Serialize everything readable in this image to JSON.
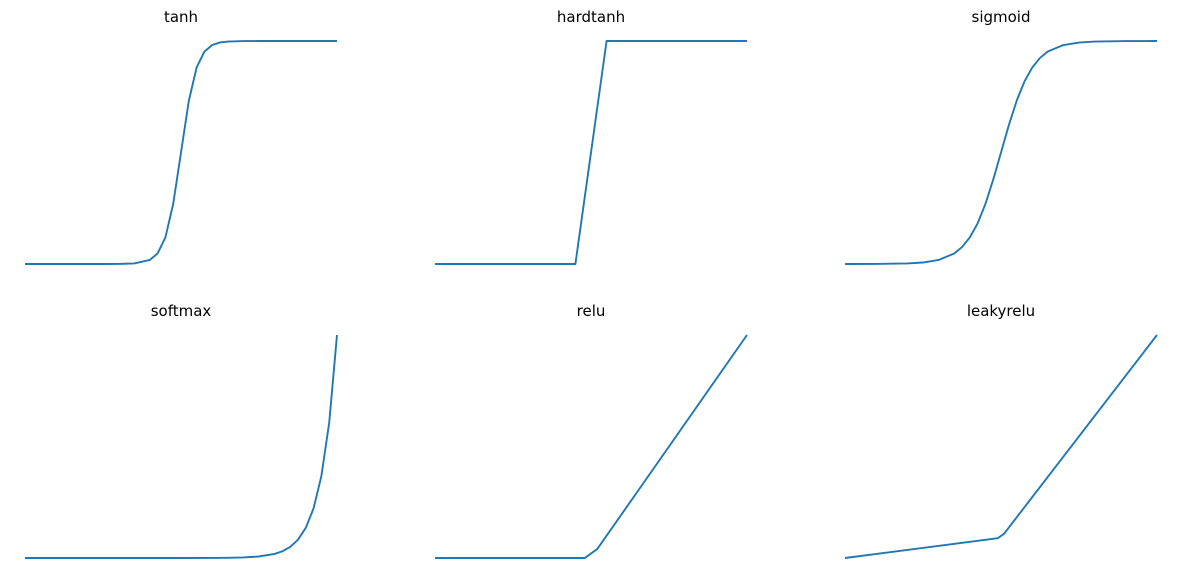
{
  "chart_data": [
    {
      "type": "line",
      "title": "tanh",
      "x_range": [
        -10,
        10
      ],
      "ylim": [
        -1,
        1
      ],
      "color": "#1f77b4",
      "axes_visible": false,
      "grid": false,
      "series": [
        {
          "x": [
            -10,
            -9,
            -8,
            -7,
            -6,
            -5,
            -4,
            -3,
            -2,
            -1.5,
            -1,
            -0.5,
            0,
            0.5,
            1,
            1.5,
            2,
            2.5,
            3,
            4,
            5,
            6,
            7,
            8,
            9,
            10
          ],
          "y": [
            -1,
            -1,
            -1,
            -1,
            -1,
            -1,
            -0.999,
            -0.995,
            -0.964,
            -0.905,
            -0.762,
            -0.462,
            0,
            0.462,
            0.762,
            0.905,
            0.964,
            0.987,
            0.995,
            0.999,
            1,
            1,
            1,
            1,
            1,
            1
          ]
        }
      ]
    },
    {
      "type": "line",
      "title": "hardtanh",
      "x_range": [
        -10,
        10
      ],
      "ylim": [
        -1,
        1
      ],
      "color": "#1f77b4",
      "axes_visible": false,
      "grid": false,
      "series": [
        {
          "x": [
            -10,
            -1,
            1,
            10
          ],
          "y": [
            -1,
            -1,
            1,
            1
          ]
        }
      ]
    },
    {
      "type": "line",
      "title": "sigmoid",
      "x_range": [
        -10,
        10
      ],
      "ylim": [
        0,
        1
      ],
      "color": "#1f77b4",
      "axes_visible": false,
      "grid": false,
      "series": [
        {
          "x": [
            -10,
            -8,
            -6,
            -5,
            -4,
            -3,
            -2.5,
            -2,
            -1.5,
            -1,
            -0.5,
            0,
            0.5,
            1,
            1.5,
            2,
            2.5,
            3,
            4,
            5,
            6,
            8,
            10
          ],
          "y": [
            0,
            0.0003,
            0.0025,
            0.0067,
            0.018,
            0.047,
            0.076,
            0.119,
            0.182,
            0.269,
            0.378,
            0.5,
            0.622,
            0.731,
            0.818,
            0.881,
            0.924,
            0.953,
            0.982,
            0.993,
            0.9975,
            0.9997,
            1
          ]
        }
      ]
    },
    {
      "type": "line",
      "title": "softmax",
      "x_range": [
        -10,
        10
      ],
      "color": "#1f77b4",
      "axes_visible": false,
      "grid": false,
      "series": [
        {
          "x": [
            -10,
            -8,
            -6,
            -4,
            -2,
            0,
            2,
            3,
            4,
            5,
            6,
            6.5,
            7,
            7.5,
            8,
            8.5,
            9,
            9.5,
            10
          ],
          "y": [
            0,
            0,
            0,
            0,
            0,
            0,
            0.0002,
            0.0006,
            0.0016,
            0.0044,
            0.0119,
            0.0197,
            0.0324,
            0.0535,
            0.0882,
            0.1454,
            0.2397,
            0.3952,
            0.6515
          ]
        }
      ]
    },
    {
      "type": "line",
      "title": "relu",
      "x_range": [
        -10,
        10
      ],
      "ylim": [
        0,
        10
      ],
      "color": "#1f77b4",
      "axes_visible": false,
      "grid": false,
      "series": [
        {
          "x": [
            -10,
            -0.4,
            0.4,
            10
          ],
          "y": [
            0,
            0,
            0.4,
            10
          ]
        }
      ]
    },
    {
      "type": "line",
      "title": "leakyrelu",
      "x_range": [
        -10,
        10
      ],
      "ylim": [
        -1,
        10
      ],
      "color": "#1f77b4",
      "axes_visible": false,
      "grid": false,
      "series": [
        {
          "x": [
            -10,
            -0.2,
            0.2,
            10
          ],
          "y": [
            -1,
            -0.02,
            0.2,
            10
          ]
        }
      ]
    }
  ]
}
